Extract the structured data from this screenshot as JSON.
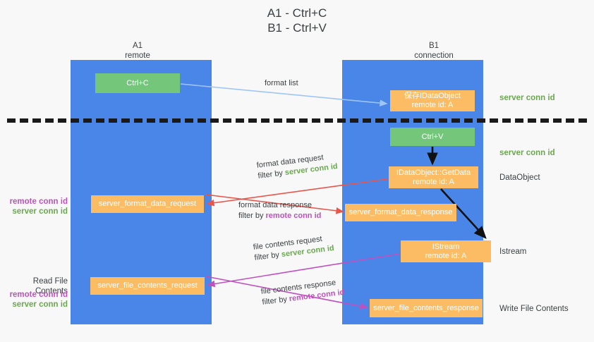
{
  "title": "A1 - Ctrl+C\nB1 - Ctrl+V",
  "lanes": [
    {
      "name": "lane-a",
      "header": "A1\nremote"
    },
    {
      "name": "lane-b",
      "header": "B1\nconnection"
    }
  ],
  "nodes": {
    "ctrl_c": "Ctrl+C",
    "save_idataobject": "保存IDataObject\nremote id: A",
    "ctrl_v": "Ctrl+V",
    "getdata": "IDataObject::GetData\nremote id: A",
    "istream": "IStream\nremote id: A",
    "server_format_data_request": "server_format_data_request",
    "server_format_data_response": "server_format_data_response",
    "server_file_contents_request": "server_file_contents_request",
    "server_file_contents_response": "server_file_contents_response"
  },
  "side_labels": {
    "server_conn_id_top": "server conn id",
    "server_conn_id_mid": "server conn id",
    "dataobject": "DataObject",
    "istream": "Istream",
    "write_file_contents": "Write File Contents"
  },
  "left_labels": {
    "remote_conn_id": "remote conn id",
    "server_conn_id": "server conn id",
    "read_file_contents": "Read File Contents"
  },
  "edges": {
    "format_list": "format list",
    "format_data_request": "format data request",
    "format_data_request_filter_prefix": "filter by ",
    "format_data_request_filter_value": "server conn id",
    "format_data_response": "format data response",
    "format_data_response_filter_prefix": "filter by ",
    "format_data_response_filter_value": "remote conn id",
    "file_contents_request": "file contents request",
    "file_contents_request_filter_prefix": "filter by ",
    "file_contents_request_filter_value": "server conn id",
    "file_contents_response": "file contents response",
    "file_contents_response_filter_prefix": "filter by ",
    "file_contents_response_filter_value": "remote conn id"
  },
  "colors": {
    "lane": "#4a86e8",
    "green_node": "#73c67a",
    "orange_node": "#fbbc64",
    "green_text": "#6aa84f",
    "magenta_text": "#c050c0",
    "red_arrow": "#e8564a",
    "magenta_arrow": "#c050c0",
    "light_blue_arrow": "#9fc5f8",
    "black_arrow": "#1a1a1a",
    "background": "#f8f8f8"
  }
}
